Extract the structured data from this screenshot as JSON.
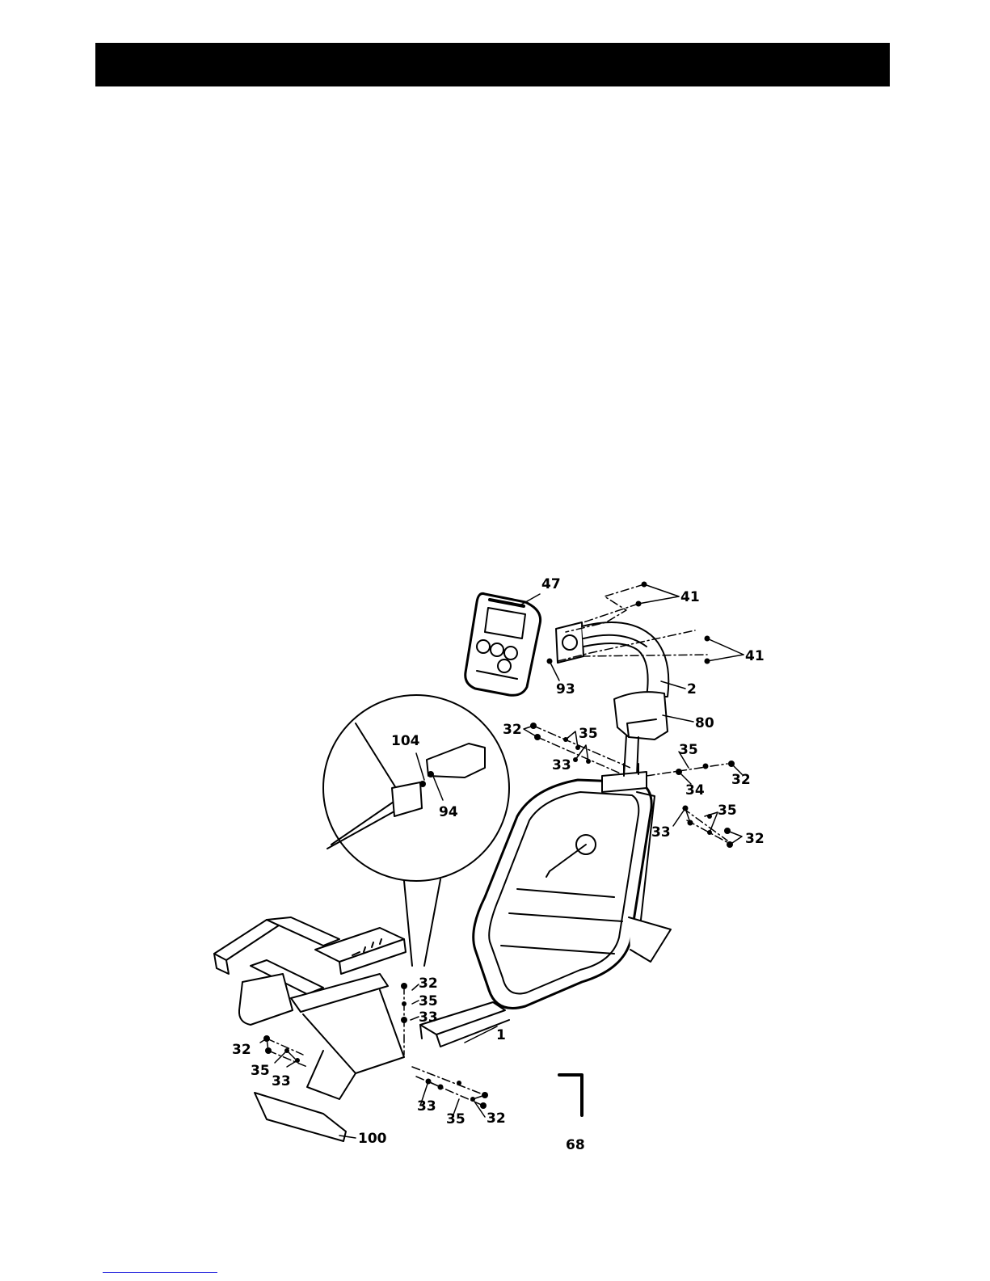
{
  "header": {
    "bar_color": "#000000",
    "text": ""
  },
  "diagram": {
    "parts": {
      "p47": "47",
      "p41a": "41",
      "p41b": "41",
      "p93": "93",
      "p2": "2",
      "p80": "80",
      "p32a": "32",
      "p35a": "35",
      "p33a": "33",
      "p35b": "35",
      "p34": "34",
      "p32b": "32",
      "p35c": "35",
      "p33b": "33",
      "p32c": "32",
      "p104": "104",
      "p94": "94",
      "p32d": "32",
      "p35d": "35",
      "p33c": "33",
      "p1": "1",
      "p32e": "32",
      "p35e": "35",
      "p33d": "33",
      "p33e": "33",
      "p35f": "35",
      "p32f": "32",
      "p100": "100",
      "p68": "68"
    }
  },
  "footer": {
    "link_color": "#3a3ae0"
  }
}
